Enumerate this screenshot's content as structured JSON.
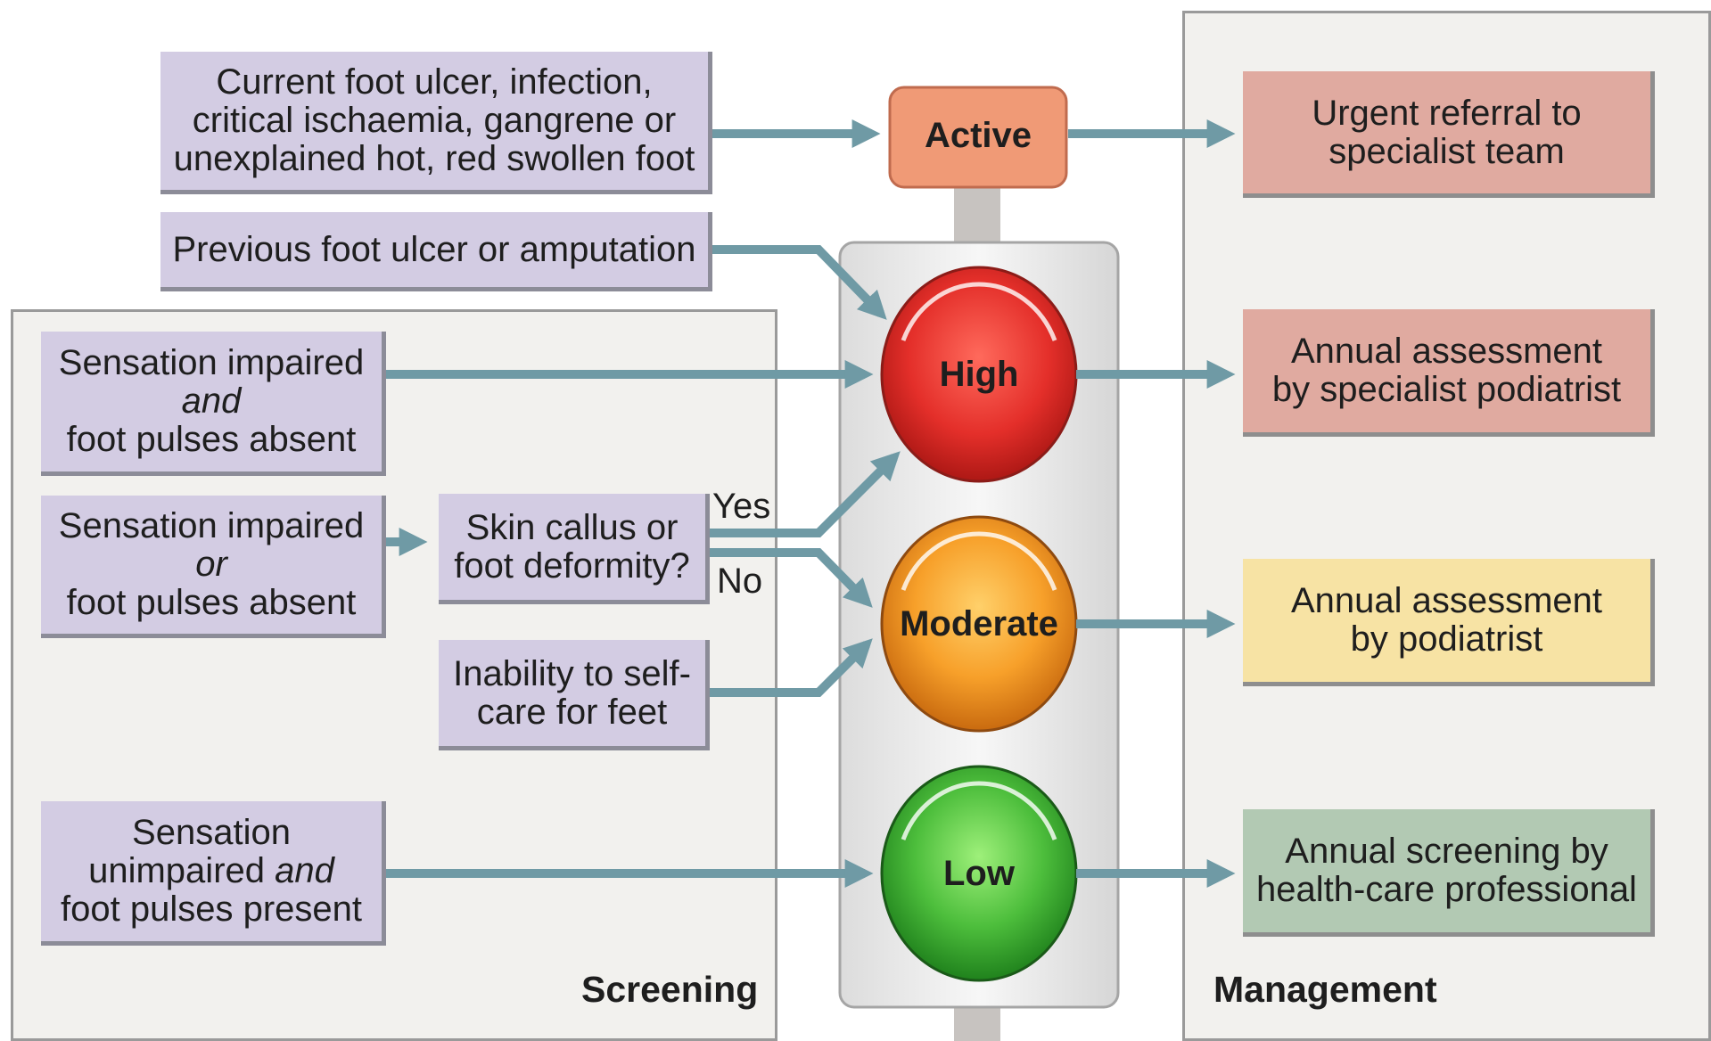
{
  "screening_panel": {
    "label": "Screening"
  },
  "management_panel": {
    "label": "Management"
  },
  "risk_levels": {
    "active": "Active",
    "high": "High",
    "moderate": "Moderate",
    "low": "Low"
  },
  "criteria": {
    "current_ulcer": [
      "Current foot ulcer, infection,",
      "critical ischaemia, gangrene or",
      "unexplained hot, red swollen foot"
    ],
    "previous_ulcer": "Previous foot ulcer or amputation",
    "impaired_and": {
      "line1": "Sensation impaired",
      "conj": "and",
      "line3": "foot pulses absent"
    },
    "impaired_or": {
      "line1": "Sensation impaired",
      "conj": "or",
      "line3": "foot pulses absent"
    },
    "skin_callus": [
      "Skin callus or",
      "foot deformity?"
    ],
    "inability_selfcare": [
      "Inability to self-",
      "care for feet"
    ],
    "unimpaired": {
      "line1": "Sensation",
      "line2a": "unimpaired ",
      "conj": "and",
      "line3": "foot pulses present"
    },
    "yes_label": "Yes",
    "no_label": "No"
  },
  "management": {
    "active": [
      "Urgent referral to",
      "specialist team"
    ],
    "high": [
      "Annual assessment",
      "by specialist podiatrist"
    ],
    "moderate": [
      "Annual assessment",
      "by podiatrist"
    ],
    "low": [
      "Annual screening by",
      "health-care professional"
    ]
  },
  "colors": {
    "arrow": "#6f9aa5",
    "criteria_box": "#d3cce3",
    "active": "#f09a76",
    "high": "#e42f2a",
    "moderate": "#f59b25",
    "low": "#3db436",
    "mgmt_urgent": "#e0aaa0",
    "mgmt_moderate": "#f7e3a4",
    "mgmt_low": "#b2c9b3"
  }
}
